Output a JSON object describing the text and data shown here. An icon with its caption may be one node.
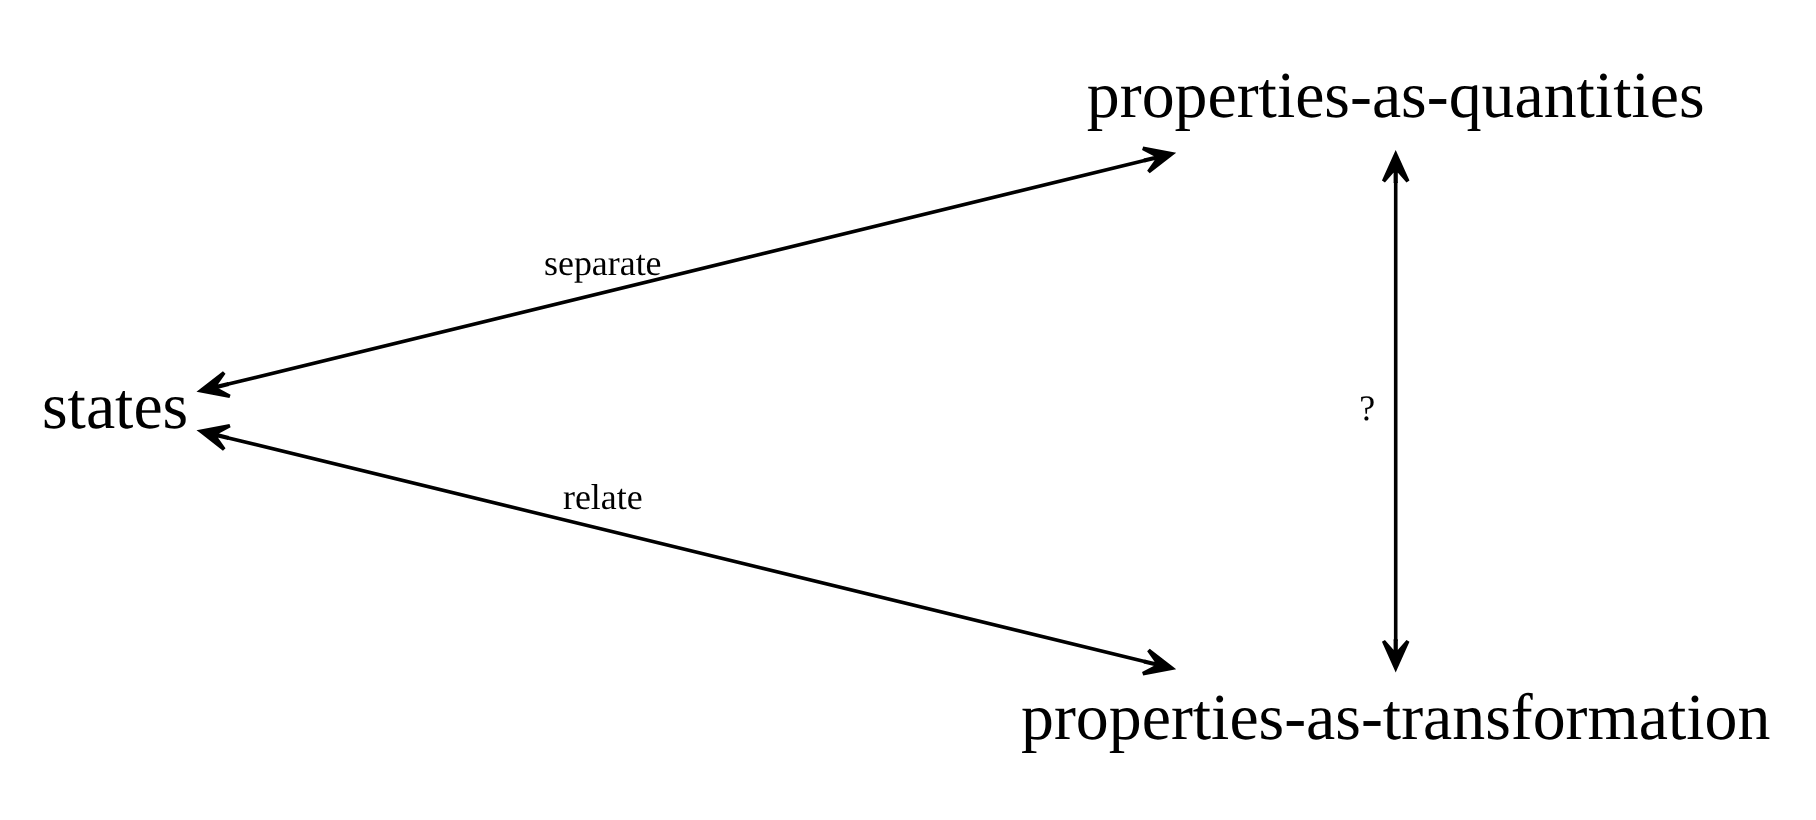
{
  "diagram": {
    "nodes": [
      {
        "text": [
          "states"
        ]
      },
      {
        "text": [
          "properties-as-quantities"
        ]
      },
      {
        "text": [
          "properties-as-transformation"
        ]
      }
    ],
    "edges": [
      {
        "from": 0,
        "to": 1,
        "arrow": "both",
        "label": "separate"
      },
      {
        "from": 0,
        "to": 2,
        "arrow": "both",
        "label": "relate"
      },
      {
        "from": 1,
        "to": 2,
        "arrow": "both",
        "label": "?"
      }
    ]
  }
}
